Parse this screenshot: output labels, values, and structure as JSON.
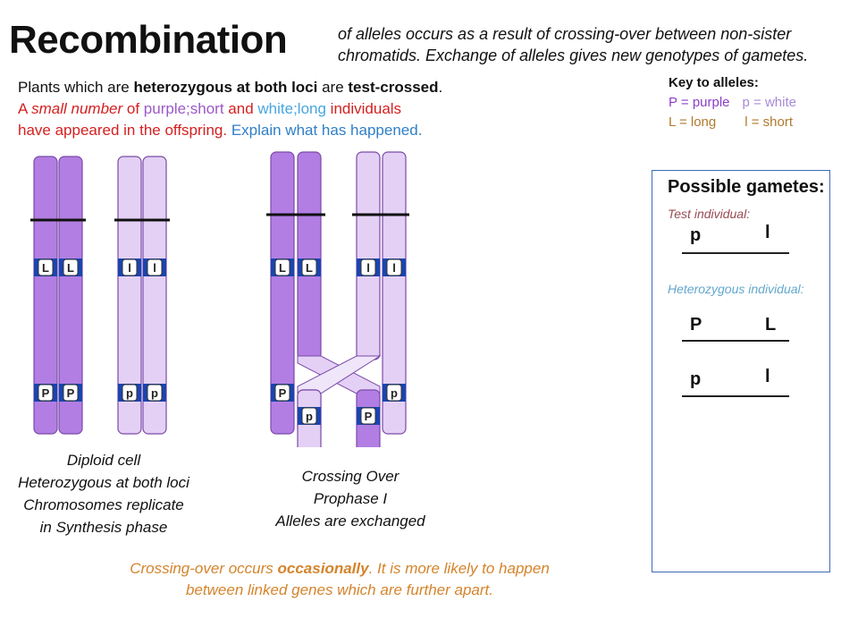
{
  "title": "Recombination",
  "definition": "of alleles occurs as a result of crossing-over between non-sister chromatids. Exchange of alleles gives new genotypes of gametes.",
  "intro": {
    "line1_a": "Plants which are ",
    "line1_b": "heterozygous at both loci",
    "line1_c": " are ",
    "line1_d": "test-crossed",
    "line1_e": ".",
    "line2_a": "A ",
    "line2_b": "small number",
    "line2_c": " of ",
    "line2_d": "purple;short",
    "line2_e": " and ",
    "line2_f": "white;long",
    "line2_g": " individuals",
    "line3_a": "have appeared in the offspring.",
    "line3_b": " Explain what has happened",
    "line3_c": "."
  },
  "key": {
    "heading": "Key to alleles:",
    "p_upper": "P = purple",
    "p_lower": "p = white",
    "l_upper": "L = long",
    "l_lower": "l  = short"
  },
  "gametes": {
    "heading": "Possible gametes:",
    "test_label": "Test individual:",
    "test": [
      "p",
      "l"
    ],
    "hetero_label": "Heterozygous individual:",
    "hetero1": [
      "P",
      "L"
    ],
    "hetero2": [
      "p",
      "l"
    ]
  },
  "alleles": {
    "L": "L",
    "l": "l",
    "P": "P",
    "p": "p"
  },
  "captions": {
    "left": [
      "Diploid cell",
      "Heterozygous at both loci",
      "Chromosomes replicate",
      "in Synthesis phase"
    ],
    "middle": [
      "Crossing Over",
      "Prophase I",
      "Alleles are exchanged"
    ]
  },
  "bottom": {
    "a": "Crossing-over occurs ",
    "b": "occasionally",
    "c": ". It is more likely to happen",
    "d": "between linked genes which are further apart."
  },
  "colors": {
    "dark_chromatid": "#b27ee3",
    "light_chromatid": "#e4d0f5",
    "band": "#1a44b0",
    "outline": "#7a4aa8"
  }
}
